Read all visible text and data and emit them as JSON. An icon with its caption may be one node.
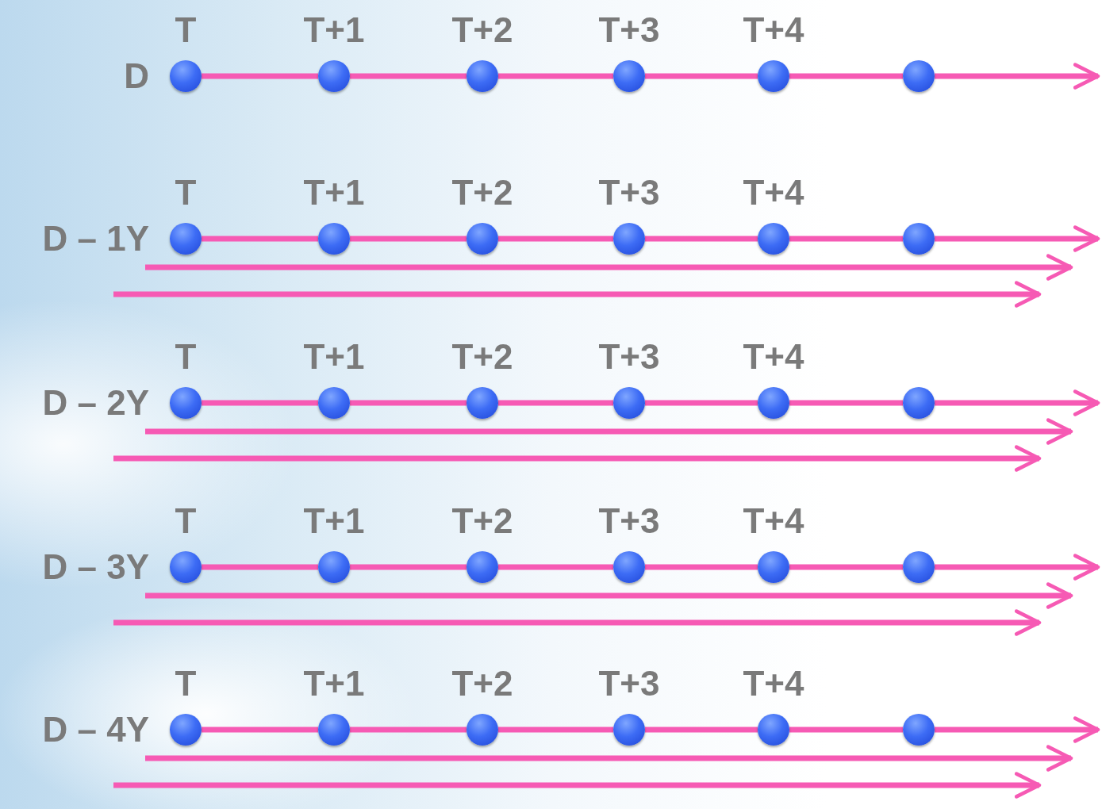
{
  "diagram": {
    "nodes": [
      {
        "text": [],
        "shape": "circle",
        "beside": [
          "T"
        ]
      },
      {
        "text": [],
        "shape": "circle",
        "beside": [
          "T+1"
        ]
      },
      {
        "text": [],
        "shape": "circle",
        "beside": [
          "T+2"
        ]
      },
      {
        "text": [],
        "shape": "circle",
        "beside": [
          "T+3"
        ]
      },
      {
        "text": [],
        "shape": "circle",
        "beside": [
          "T+4"
        ]
      },
      {
        "text": [],
        "shape": "circle"
      },
      {
        "text": [],
        "shape": "circle",
        "beside": [
          "T"
        ]
      },
      {
        "text": [],
        "shape": "circle",
        "beside": [
          "T+1"
        ]
      },
      {
        "text": [],
        "shape": "circle",
        "beside": [
          "T+2"
        ]
      },
      {
        "text": [],
        "shape": "circle",
        "beside": [
          "T+3"
        ]
      },
      {
        "text": [],
        "shape": "circle",
        "beside": [
          "T+4"
        ]
      },
      {
        "text": [],
        "shape": "circle"
      },
      {
        "text": [],
        "shape": "circle",
        "beside": [
          "T"
        ]
      },
      {
        "text": [],
        "shape": "circle",
        "beside": [
          "T+1"
        ]
      },
      {
        "text": [],
        "shape": "circle",
        "beside": [
          "T+2"
        ]
      },
      {
        "text": [],
        "shape": "circle",
        "beside": [
          "T+3"
        ]
      },
      {
        "text": [],
        "shape": "circle",
        "beside": [
          "T+4"
        ]
      },
      {
        "text": [],
        "shape": "circle"
      },
      {
        "text": [],
        "shape": "circle",
        "beside": [
          "T"
        ]
      },
      {
        "text": [],
        "shape": "circle",
        "beside": [
          "T+1"
        ]
      },
      {
        "text": [],
        "shape": "circle",
        "beside": [
          "T+2"
        ]
      },
      {
        "text": [],
        "shape": "circle",
        "beside": [
          "T+3"
        ]
      },
      {
        "text": [],
        "shape": "circle",
        "beside": [
          "T+4"
        ]
      },
      {
        "text": [],
        "shape": "circle"
      },
      {
        "text": [],
        "shape": "circle",
        "beside": [
          "T"
        ]
      },
      {
        "text": [],
        "shape": "circle",
        "beside": [
          "T+1"
        ]
      },
      {
        "text": [],
        "shape": "circle",
        "beside": [
          "T+2"
        ]
      },
      {
        "text": [],
        "shape": "circle",
        "beside": [
          "T+3"
        ]
      },
      {
        "text": [],
        "shape": "circle",
        "beside": [
          "T+4"
        ]
      },
      {
        "text": [],
        "shape": "circle"
      }
    ],
    "edges": [
      {
        "from": 0,
        "to": 1,
        "arrow": "none"
      },
      {
        "from": 1,
        "to": 2,
        "arrow": "none"
      },
      {
        "from": 2,
        "to": 3,
        "arrow": "none"
      },
      {
        "from": 3,
        "to": 4,
        "arrow": "none"
      },
      {
        "from": 4,
        "to": 5,
        "arrow": "none"
      },
      {
        "from": 5,
        "to": null,
        "arrow": "to"
      },
      {
        "from": 6,
        "to": 7,
        "arrow": "none"
      },
      {
        "from": 7,
        "to": 8,
        "arrow": "none"
      },
      {
        "from": 8,
        "to": 9,
        "arrow": "none"
      },
      {
        "from": 9,
        "to": 10,
        "arrow": "none"
      },
      {
        "from": 10,
        "to": 11,
        "arrow": "none"
      },
      {
        "from": 11,
        "to": null,
        "arrow": "to"
      },
      {
        "from": 12,
        "to": 13,
        "arrow": "none"
      },
      {
        "from": 13,
        "to": 14,
        "arrow": "none"
      },
      {
        "from": 14,
        "to": 15,
        "arrow": "none"
      },
      {
        "from": 15,
        "to": 16,
        "arrow": "none"
      },
      {
        "from": 16,
        "to": 17,
        "arrow": "none"
      },
      {
        "from": 17,
        "to": null,
        "arrow": "to"
      },
      {
        "from": 18,
        "to": 19,
        "arrow": "none"
      },
      {
        "from": 19,
        "to": 20,
        "arrow": "none"
      },
      {
        "from": 20,
        "to": 21,
        "arrow": "none"
      },
      {
        "from": 21,
        "to": 22,
        "arrow": "none"
      },
      {
        "from": 22,
        "to": 23,
        "arrow": "none"
      },
      {
        "from": 23,
        "to": null,
        "arrow": "to"
      },
      {
        "from": 24,
        "to": 25,
        "arrow": "none"
      },
      {
        "from": 25,
        "to": 26,
        "arrow": "none"
      },
      {
        "from": 26,
        "to": 27,
        "arrow": "none"
      },
      {
        "from": 27,
        "to": 28,
        "arrow": "none"
      },
      {
        "from": 28,
        "to": 29,
        "arrow": "none"
      },
      {
        "from": 29,
        "to": null,
        "arrow": "to"
      }
    ],
    "labels": [
      "D",
      "D – 1Y",
      "D – 2Y",
      "D – 3Y",
      "D – 4Y"
    ]
  }
}
